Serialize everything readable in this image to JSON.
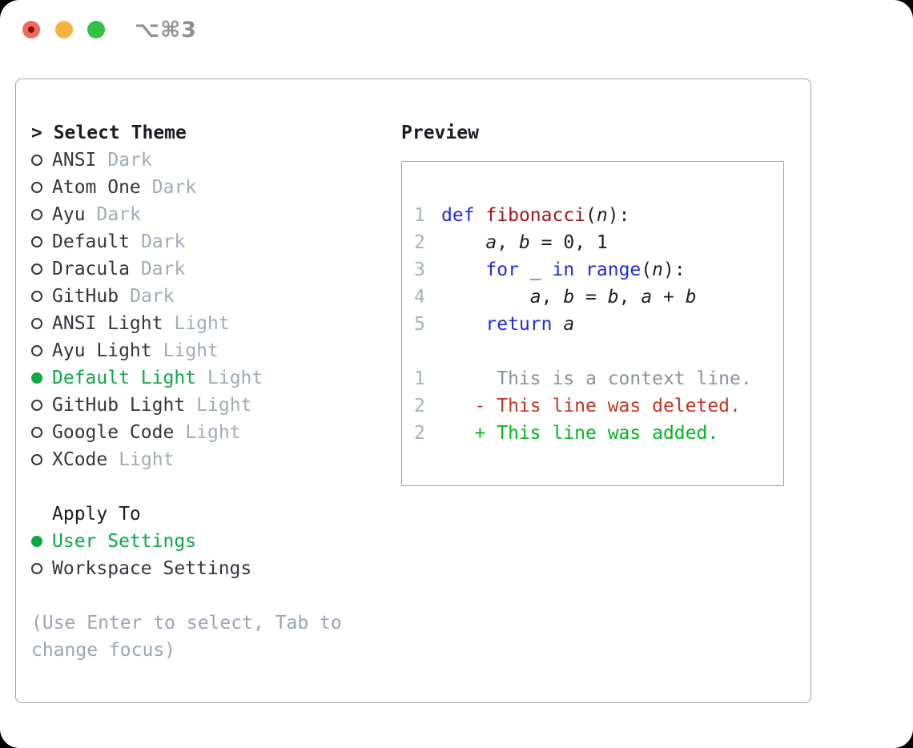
{
  "window": {
    "title": "⌥⌘3",
    "traffic_lights": [
      "close-icon",
      "minimize-icon",
      "zoom-icon"
    ]
  },
  "panel": {
    "select_theme": {
      "header": "> Select Theme",
      "themes": [
        {
          "name": "ANSI",
          "variant": "Dark",
          "selected": false
        },
        {
          "name": "Atom One",
          "variant": "Dark",
          "selected": false
        },
        {
          "name": "Ayu",
          "variant": "Dark",
          "selected": false
        },
        {
          "name": "Default",
          "variant": "Dark",
          "selected": false
        },
        {
          "name": "Dracula",
          "variant": "Dark",
          "selected": false
        },
        {
          "name": "GitHub",
          "variant": "Dark",
          "selected": false
        },
        {
          "name": "ANSI Light",
          "variant": "Light",
          "selected": false
        },
        {
          "name": "Ayu Light",
          "variant": "Light",
          "selected": false
        },
        {
          "name": "Default Light",
          "variant": "Light",
          "selected": true
        },
        {
          "name": "GitHub Light",
          "variant": "Light",
          "selected": false
        },
        {
          "name": "Google Code",
          "variant": "Light",
          "selected": false
        },
        {
          "name": "XCode",
          "variant": "Light",
          "selected": false
        }
      ]
    },
    "apply_to": {
      "header": "Apply To",
      "options": [
        {
          "label": "User Settings",
          "selected": true
        },
        {
          "label": "Workspace Settings",
          "selected": false
        }
      ]
    },
    "hint_lines": [
      "(Use Enter to select, Tab to",
      "change focus)"
    ],
    "preview": {
      "header": "Preview",
      "lines": [
        {
          "n": "1",
          "seg": [
            [
              "kw",
              "def"
            ],
            [
              "pl",
              " "
            ],
            [
              "fn",
              "fibonacci"
            ],
            [
              "pl",
              "("
            ],
            [
              "var",
              "n"
            ],
            [
              "pl",
              "):"
            ]
          ]
        },
        {
          "n": "2",
          "seg": [
            [
              "pl",
              "    "
            ],
            [
              "var",
              "a"
            ],
            [
              "pl",
              ", "
            ],
            [
              "var",
              "b"
            ],
            [
              "pl",
              " = 0, 1"
            ]
          ]
        },
        {
          "n": "3",
          "seg": [
            [
              "pl",
              "    "
            ],
            [
              "kw",
              "for"
            ],
            [
              "pl",
              " _ "
            ],
            [
              "kw",
              "in"
            ],
            [
              "pl",
              " "
            ],
            [
              "kw",
              "range"
            ],
            [
              "pl",
              "("
            ],
            [
              "var",
              "n"
            ],
            [
              "pl",
              "):"
            ]
          ]
        },
        {
          "n": "4",
          "seg": [
            [
              "pl",
              "        "
            ],
            [
              "var",
              "a"
            ],
            [
              "pl",
              ", "
            ],
            [
              "var",
              "b"
            ],
            [
              "pl",
              " = "
            ],
            [
              "var",
              "b"
            ],
            [
              "pl",
              ", "
            ],
            [
              "var",
              "a"
            ],
            [
              "pl",
              " + "
            ],
            [
              "var",
              "b"
            ]
          ]
        },
        {
          "n": "5",
          "seg": [
            [
              "pl",
              "    "
            ],
            [
              "kw",
              "return"
            ],
            [
              "pl",
              " "
            ],
            [
              "var",
              "a"
            ]
          ]
        },
        {
          "n": "",
          "seg": []
        },
        {
          "n": "1",
          "seg": [
            [
              "ctx",
              "     This is a context line."
            ]
          ]
        },
        {
          "n": "2",
          "seg": [
            [
              "del",
              "   - This line was deleted."
            ]
          ]
        },
        {
          "n": "2",
          "seg": [
            [
              "add",
              "   + This line was added."
            ]
          ]
        }
      ]
    }
  },
  "colors": {
    "border": "#9aa3ae",
    "text": "#1a1d22",
    "name": "#33373e",
    "muted": "#a1abb8",
    "hint": "#9aa4b2",
    "green": "#0ca944",
    "kw": "#1f2cdf",
    "fn": "#a31616",
    "pl": "#1c1f24",
    "ln": "#a3b1c2",
    "ctx": "#8b9299",
    "del": "#c23620",
    "add": "#00b71f",
    "titlebar": "#8d8f93",
    "light-red": "#f0695e",
    "light-red-dot": "#7c120a",
    "light-yellow": "#f4b43d",
    "light-green": "#32bf47"
  }
}
